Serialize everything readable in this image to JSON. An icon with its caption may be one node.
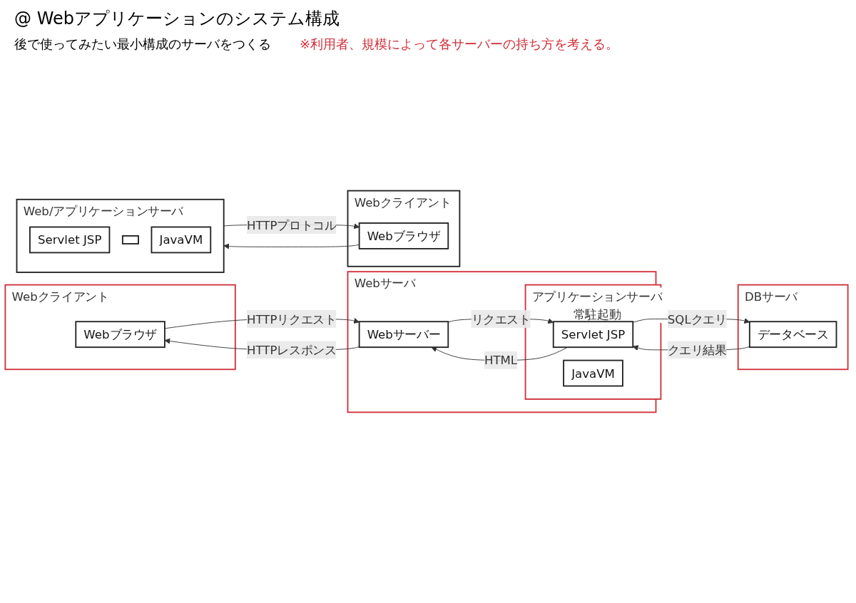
{
  "diagram": {
    "title": "@ Webアプリケーションのシステム構成",
    "nodes": [
      {
        "text": [
          "Webクライアント"
        ]
      },
      {
        "text": [
          "Webブラウザ"
        ],
        "in": 0
      },
      {
        "text": [
          "Webサーバ"
        ]
      },
      {
        "text": [
          "Webサーバー"
        ],
        "in": 2
      },
      {
        "text": [
          "アプリケーションサーバ"
        ],
        "in": 2,
        "beside": [
          "常駐起動"
        ]
      },
      {
        "text": [
          "Servlet JSP"
        ],
        "in": 4
      },
      {
        "text": [
          "JavaVM"
        ],
        "in": 4
      },
      {
        "text": [
          "DBサーバ"
        ]
      },
      {
        "text": [
          "データベース"
        ],
        "in": 7
      },
      {
        "text": [
          "Webクライアント"
        ]
      },
      {
        "text": [
          "Webブラウザ"
        ],
        "in": 9
      },
      {
        "text": [
          "Web/アプリケーションサーバ"
        ]
      },
      {
        "text": [
          "Servlet JSP"
        ],
        "in": 11
      },
      {
        "text": [],
        "shape": "box",
        "in": 11
      },
      {
        "text": [
          "JavaVM"
        ],
        "in": 11
      }
    ],
    "edges": [
      {
        "from": 3,
        "to": 1,
        "arrow": "to",
        "label": "HTTPレスポンス"
      },
      {
        "from": 1,
        "to": 3,
        "arrow": "to",
        "label": "HTTPリクエスト"
      },
      {
        "from": 5,
        "to": 3,
        "arrow": "to",
        "label": "HTML"
      },
      {
        "from": 3,
        "to": 5,
        "arrow": "to",
        "label": "リクエスト"
      },
      {
        "from": 8,
        "to": 5,
        "arrow": "to",
        "label": "クエリ結果"
      },
      {
        "from": 5,
        "to": 8,
        "arrow": "to",
        "label": "SQLクエリ"
      },
      {
        "from": 11,
        "to": 10,
        "arrow": "to",
        "label": "HTTPプロトコル"
      },
      {
        "from": 10,
        "to": 11,
        "arrow": "to"
      }
    ],
    "labels": [
      "後で使ってみたい最小構成のサーバをつくる",
      "※利用者、規模によって各サーバーの持ち方を考える。"
    ]
  }
}
